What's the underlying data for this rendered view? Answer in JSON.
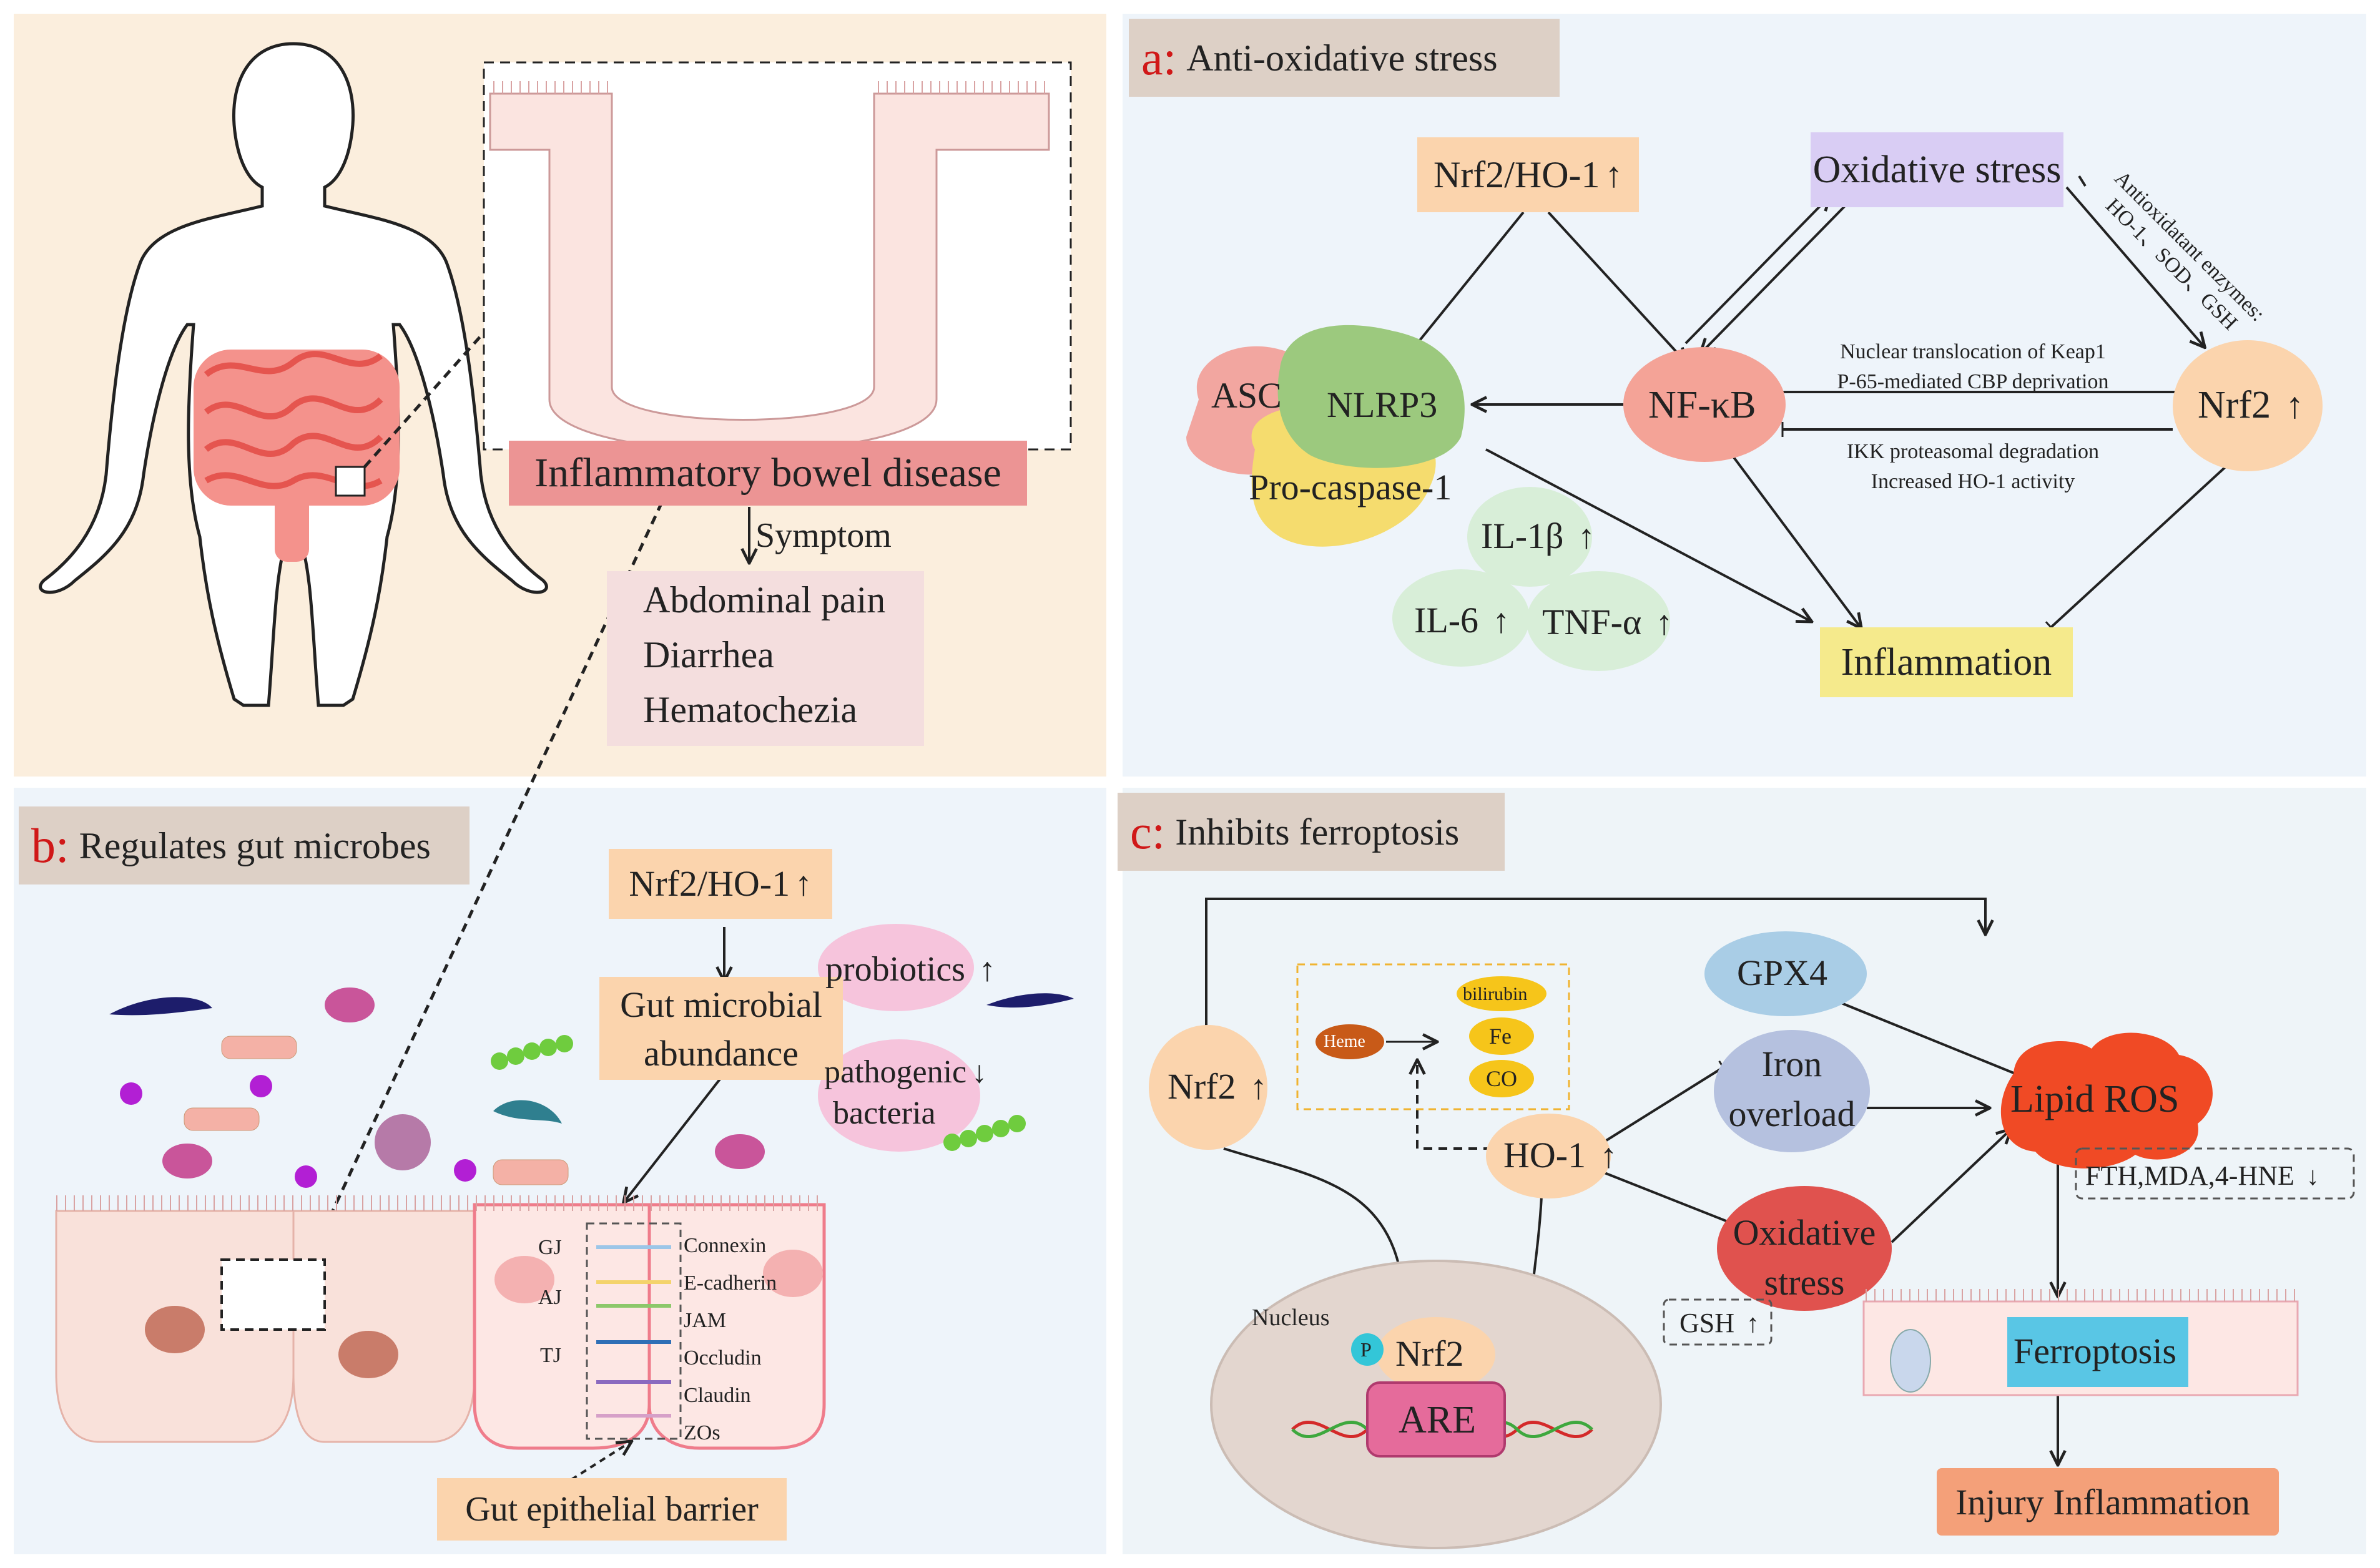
{
  "colors": {
    "panel_top_left": "#fbeedd",
    "panel_blue": "#eef4fa",
    "panel_c": "#eef4f8",
    "title_tab": "#ddd0c6",
    "accent_red": "#d01818",
    "nrf2_box": "#fbd4ad",
    "oxidative_box": "#d9cdf4",
    "ibd_box": "#ec9494",
    "nfkb": "#f4a397",
    "inflammation": "#f5ea8c",
    "cytokine": "#d8eed8",
    "gpx4": "#a9cde6",
    "iron": "#b5c1df",
    "lipid_ros": "#f04a25",
    "ferroptosis": "#59c6e5",
    "injury": "#f4a079",
    "symptom_box": "#f4dede"
  },
  "top_left": {
    "ibd_label": "Inflammatory bowel disease",
    "symptom_label": "Symptom",
    "symptoms": [
      "Abdominal pain",
      "Diarrhea",
      "Hematochezia"
    ]
  },
  "panel_a": {
    "letter": "a:",
    "title": "Anti-oxidative stress",
    "nrf2_ho1": "Nrf2/HO-1",
    "oxidative_stress": "Oxidative stress",
    "antioxidant_line1": "Antioxidatant enzymes:",
    "antioxidant_line2": "HO-1、SOD、GSH",
    "nfkb": "NF-κB",
    "nrf2": "Nrf2",
    "asc": "ASC",
    "nlrp3": "NLRP3",
    "pro_caspase": "Pro-caspase-1",
    "il1b": "IL-1β",
    "il6": "IL-6",
    "tnfa": "TNF-α",
    "inflammation": "Inflammation",
    "mech_top_1": "Nuclear translocation of Keap1",
    "mech_top_2": "P-65-mediated CBP deprivation",
    "mech_bot_1": "IKK proteasomal degradation",
    "mech_bot_2": "Increased HO-1 activity",
    "up_arrow": "↑"
  },
  "panel_b": {
    "letter": "b:",
    "title": "Regulates gut microbes",
    "nrf2_ho1": "Nrf2/HO-1",
    "gut_abundance_1": "Gut microbial",
    "gut_abundance_2": "abundance",
    "probiotics": "probiotics",
    "pathogenic_1": "pathogenic",
    "pathogenic_2": "bacteria",
    "junction_groups": [
      "GJ",
      "AJ",
      "TJ"
    ],
    "junction_proteins": [
      "Connexin",
      "E-cadherin",
      "JAM",
      "Occludin",
      "Claudin",
      "ZOs"
    ],
    "barrier": "Gut epithelial barrier",
    "up_arrow": "↑",
    "down_arrow": "↓"
  },
  "panel_c": {
    "letter": "c:",
    "title": "Inhibits ferroptosis",
    "gpx4": "GPX4",
    "nrf2": "Nrf2",
    "heme": "Heme",
    "bilirubin": "bilirubin",
    "fe": "Fe",
    "co": "CO",
    "ho1": "HO-1",
    "iron_1": "Iron",
    "iron_2": "overload",
    "lipid_ros": "Lipid ROS",
    "oxidative_1": "Oxidative",
    "oxidative_2": "stress",
    "markers": "FTH,MDA,4-HNE",
    "gsh": "GSH",
    "nucleus": "Nucleus",
    "p": "P",
    "nrf2_nuc": "Nrf2",
    "are": "ARE",
    "ferroptosis": "Ferroptosis",
    "injury": "Injury Inflammation",
    "up_arrow": "↑",
    "down_arrow": "↓"
  }
}
